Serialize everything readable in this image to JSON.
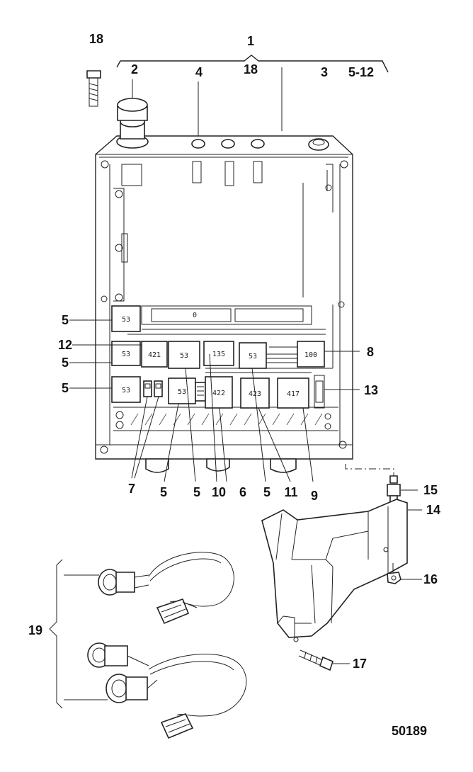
{
  "callouts": [
    {
      "id": "c1",
      "text": "1"
    },
    {
      "id": "c18a",
      "text": "18"
    },
    {
      "id": "c18b",
      "text": "18"
    },
    {
      "id": "c2",
      "text": "2"
    },
    {
      "id": "c4",
      "text": "4"
    },
    {
      "id": "c3",
      "text": "3"
    },
    {
      "id": "c5-12",
      "text": "5-12"
    },
    {
      "id": "c5a",
      "text": "5"
    },
    {
      "id": "c12",
      "text": "12"
    },
    {
      "id": "c5b",
      "text": "5"
    },
    {
      "id": "c8",
      "text": "8"
    },
    {
      "id": "c5c",
      "text": "5"
    },
    {
      "id": "c13",
      "text": "13"
    },
    {
      "id": "c7",
      "text": "7"
    },
    {
      "id": "c5d",
      "text": "5"
    },
    {
      "id": "c5e",
      "text": "5"
    },
    {
      "id": "c10",
      "text": "10"
    },
    {
      "id": "c6",
      "text": "6"
    },
    {
      "id": "c5f",
      "text": "5"
    },
    {
      "id": "c11",
      "text": "11"
    },
    {
      "id": "c9",
      "text": "9"
    },
    {
      "id": "c15",
      "text": "15"
    },
    {
      "id": "c14",
      "text": "14"
    },
    {
      "id": "c16",
      "text": "16"
    },
    {
      "id": "c19",
      "text": "19"
    },
    {
      "id": "c17",
      "text": "17"
    }
  ],
  "relay_codes": {
    "r1": "53",
    "r2": "53",
    "r3": "421",
    "r4": "53",
    "r5": "135",
    "r6": "53",
    "r7": "100",
    "r8": "53",
    "r9": "53",
    "r10": "422",
    "r11": "423",
    "r12": "417",
    "con": "0"
  },
  "figure_number": "50189"
}
